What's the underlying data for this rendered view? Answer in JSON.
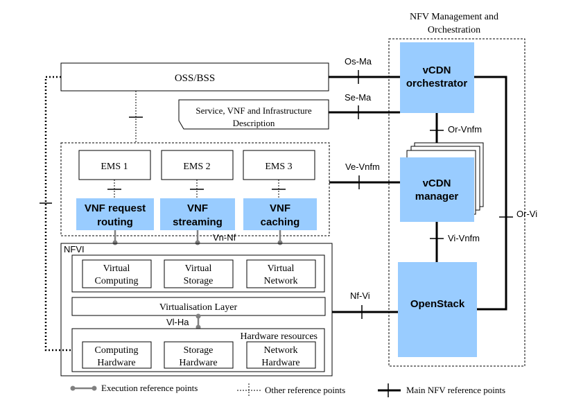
{
  "nfv_mano": {
    "title_line1": "NFV Management and",
    "title_line2": "Orchestration"
  },
  "oss_bss": "OSS/BSS",
  "service_desc": {
    "line1": "Service, VNF and Infrastructure",
    "line2": "Description"
  },
  "ems": [
    "EMS 1",
    "EMS 2",
    "EMS 3"
  ],
  "vnfs": [
    {
      "line1": "VNF request",
      "line2": "routing"
    },
    {
      "line1": "VNF",
      "line2": "streaming"
    },
    {
      "line1": "VNF",
      "line2": "caching"
    }
  ],
  "orchestrator": {
    "line1": "vCDN",
    "line2": "orchestrator"
  },
  "manager": {
    "line1": "vCDN",
    "line2": "manager"
  },
  "openstack": "OpenStack",
  "nfvi": {
    "label": "NFVI",
    "virtual": [
      {
        "line1": "Virtual",
        "line2": "Computing"
      },
      {
        "line1": "Virtual",
        "line2": "Storage"
      },
      {
        "line1": "Virtual",
        "line2": "Network"
      }
    ],
    "virtualisation_layer": "Virtualisation Layer",
    "hardware_title": "Hardware resources",
    "hardware": [
      {
        "line1": "Computing",
        "line2": "Hardware"
      },
      {
        "line1": "Storage",
        "line2": "Hardware"
      },
      {
        "line1": "Network",
        "line2": "Hardware"
      }
    ]
  },
  "ref_points": {
    "os_ma": "Os-Ma",
    "se_ma": "Se-Ma",
    "ve_vnfm": "Ve-Vnfm",
    "or_vnfm": "Or-Vnfm",
    "vi_vnfm": "Vi-Vnfm",
    "or_vi": "Or-Vi",
    "nf_vi": "Nf-Vi",
    "vn_nf": "Vn-Nf",
    "vi_ha": "Vl-Ha"
  },
  "legend": {
    "execution": "Execution reference points",
    "other": "Other reference points",
    "main": "Main NFV reference points"
  },
  "colors": {
    "blue_box": "#99ccff",
    "line": "#000000",
    "exec_line": "#808080"
  }
}
